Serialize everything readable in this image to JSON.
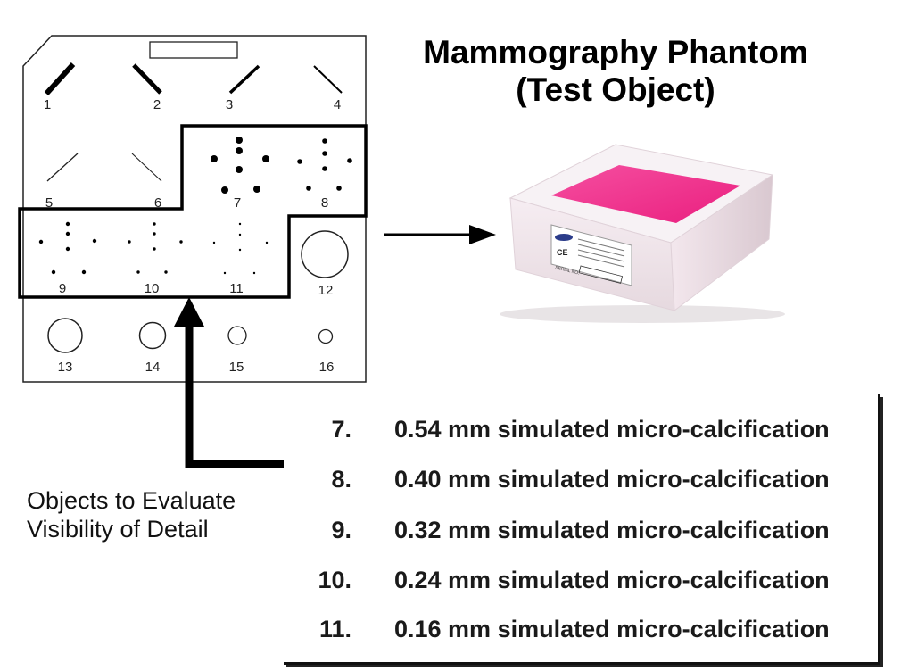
{
  "title": {
    "line1": "Mammography Phantom",
    "line2": "(Test Object)"
  },
  "caption": {
    "line1": "Objects to Evaluate",
    "line2": "Visibility of Detail"
  },
  "phantom_labels": [
    "1",
    "2",
    "3",
    "4",
    "5",
    "6",
    "7",
    "8",
    "9",
    "10",
    "11",
    "12",
    "13",
    "14",
    "15",
    "16"
  ],
  "detail_list": [
    {
      "num": "7.",
      "desc": "0.54 mm simulated micro-calcification"
    },
    {
      "num": "8.",
      "desc": "0.40 mm simulated micro-calcification"
    },
    {
      "num": "9.",
      "desc": "0.32 mm simulated micro-calcification"
    },
    {
      "num": "10.",
      "desc": "0.24 mm simulated micro-calcification"
    },
    {
      "num": "11.",
      "desc": "0.16 mm simulated micro-calcification"
    }
  ],
  "product_label": {
    "ce_mark": "CE",
    "serial_prefix": "SERIAL NO."
  },
  "colors": {
    "insert_pink": "#f2308a",
    "outline": "#111111",
    "block": "#f4eef2"
  }
}
